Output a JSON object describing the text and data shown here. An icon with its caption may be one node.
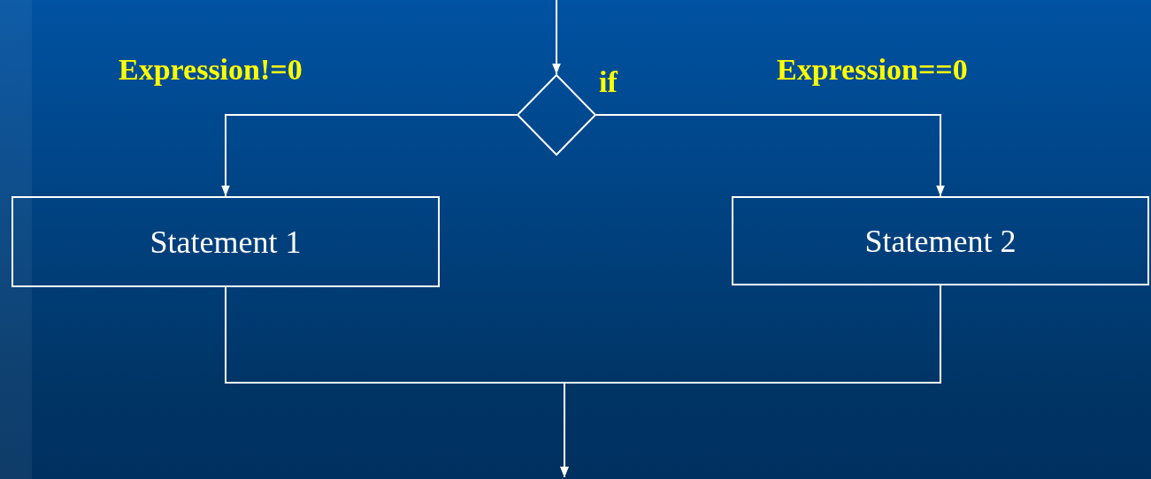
{
  "diagram": {
    "nodes": [
      {
        "text": [],
        "shape": "diamond",
        "beside": [
          "if"
        ]
      },
      {
        "text": [
          "Statement 1"
        ]
      },
      {
        "text": [
          "Statement 2"
        ]
      }
    ],
    "edges": [
      {
        "from": null,
        "to": 0,
        "arrow": "to"
      },
      {
        "from": 0,
        "to": 1,
        "arrow": "to",
        "label": "Expression!=0"
      },
      {
        "from": 0,
        "to": 2,
        "arrow": "to",
        "label": "Expression==0"
      },
      {
        "from": 1,
        "to": null,
        "arrow": "to"
      },
      {
        "from": 2,
        "to": null,
        "arrow": "to"
      }
    ]
  }
}
